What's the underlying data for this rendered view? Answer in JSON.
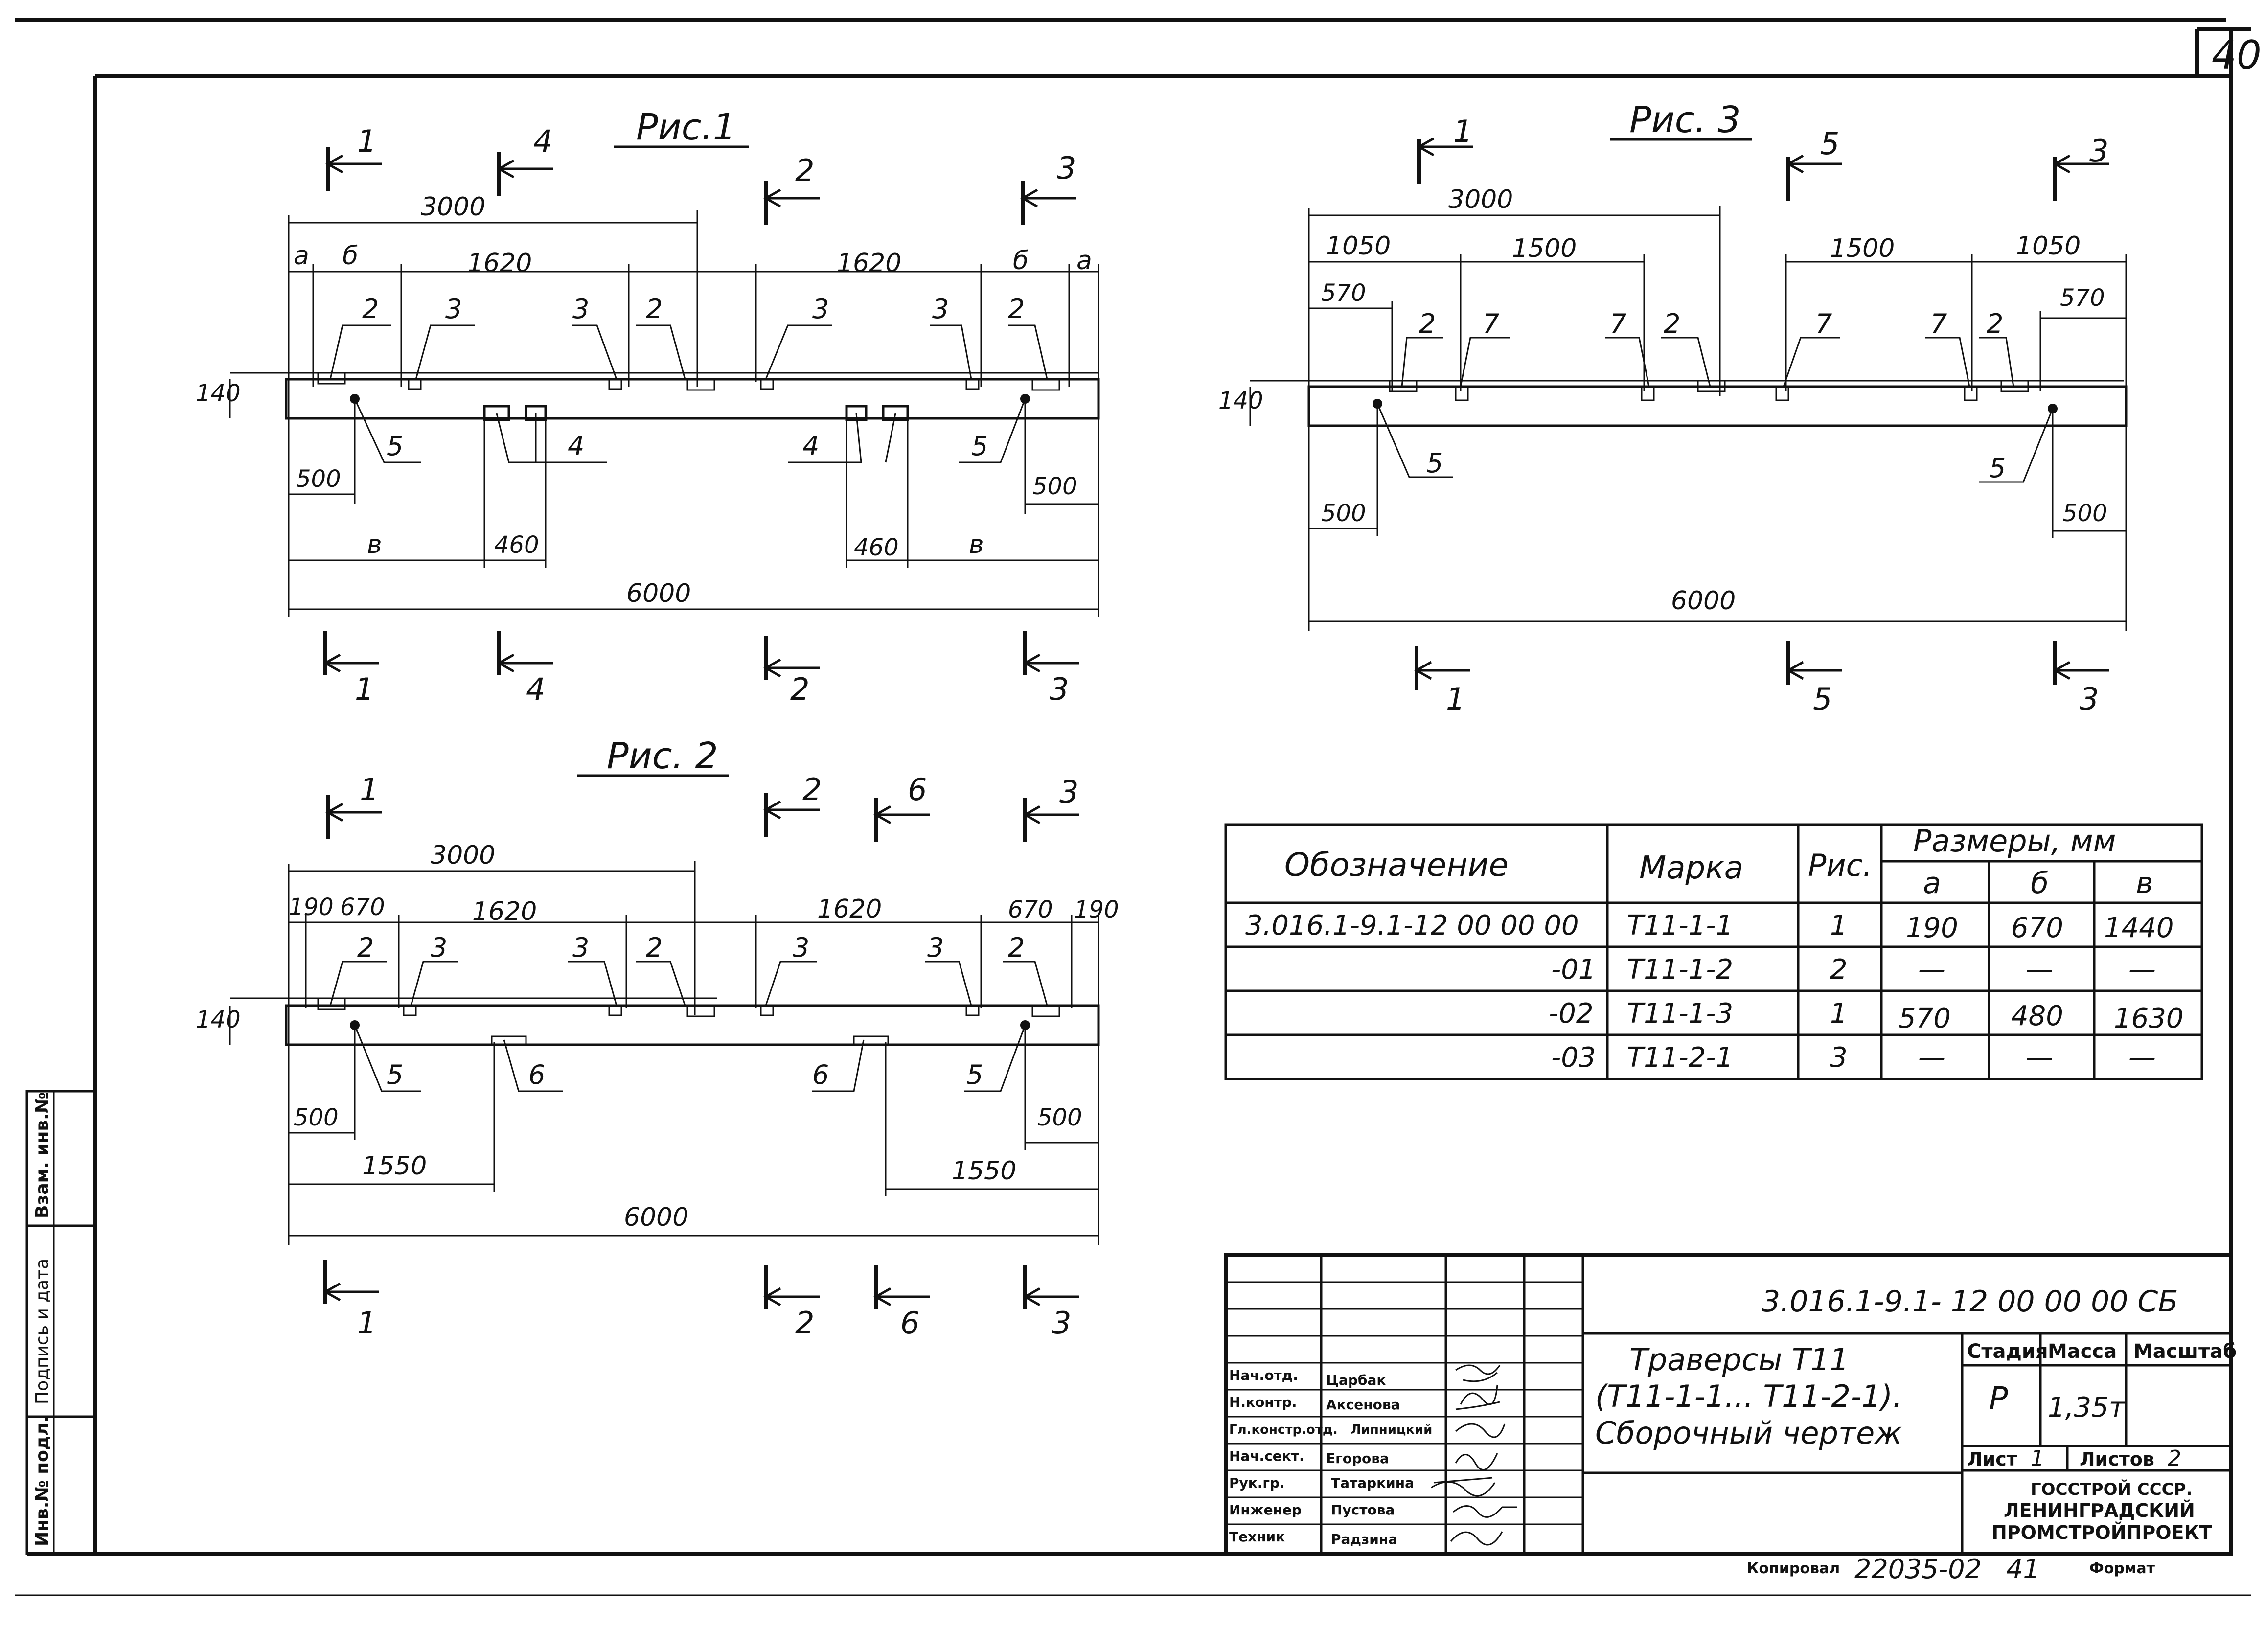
{
  "sheet_number": "40",
  "fig1": {
    "title": "Рис.1",
    "dim_total": "6000",
    "dim_half": "3000",
    "dim_1620_left": "1620",
    "dim_1620_right": "1620",
    "dim_a_left": "а",
    "dim_b_left": "б",
    "dim_b_right": "б",
    "dim_a_right": "а",
    "dim_140": "140",
    "dim_500_left": "500",
    "dim_500_right": "500",
    "dim_v_left": "в",
    "dim_v_right": "в",
    "dim_460_left": "460",
    "dim_460_right": "460",
    "callouts": [
      "2",
      "3",
      "3",
      "2",
      "3",
      "3",
      "2",
      "5",
      "4",
      "4",
      "5"
    ],
    "sections_top": [
      "1",
      "4",
      "2",
      "3"
    ],
    "sections_bottom": [
      "1",
      "4",
      "2",
      "3"
    ]
  },
  "fig2": {
    "title": "Рис. 2",
    "dim_total": "6000",
    "dim_half": "3000",
    "dim_190_left": "190",
    "dim_670_left": "670",
    "dim_1620_left": "1620",
    "dim_1620_right": "1620",
    "dim_670_right": "670",
    "dim_190_right": "190",
    "dim_140": "140",
    "dim_500_left": "500",
    "dim_500_right": "500",
    "dim_1550_left": "1550",
    "dim_1550_right": "1550",
    "callouts": [
      "2",
      "3",
      "3",
      "2",
      "3",
      "3",
      "2",
      "5",
      "6",
      "6",
      "5"
    ],
    "sections_top": [
      "1",
      "2",
      "6",
      "3"
    ],
    "sections_bottom": [
      "1",
      "2",
      "6",
      "3"
    ]
  },
  "fig3": {
    "title": "Рис. 3",
    "dim_total": "6000",
    "dim_half": "3000",
    "dim_1050_left": "1050",
    "dim_1500_left": "1500",
    "dim_1500_right": "1500",
    "dim_1050_right": "1050",
    "dim_570_left": "570",
    "dim_570_right": "570",
    "dim_140": "140",
    "dim_500_left": "500",
    "dim_500_right": "500",
    "callouts": [
      "2",
      "7",
      "7",
      "2",
      "7",
      "7",
      "2",
      "5",
      "5"
    ],
    "sections_top": [
      "1",
      "5",
      "3"
    ],
    "sections_bottom": [
      "1",
      "5",
      "3"
    ]
  },
  "spec_table": {
    "headers": {
      "designation": "Обозначение",
      "mark": "Марка",
      "fig": "Рис.",
      "sizes": "Размеры, мм",
      "a": "а",
      "b": "б",
      "v": "в"
    },
    "rows": [
      {
        "designation": "3.016.1-9.1-12 00 00 00",
        "mark": "Т11-1-1",
        "fig": "1",
        "a": "190",
        "b": "670",
        "v": "1440"
      },
      {
        "designation": "-01",
        "mark": "Т11-1-2",
        "fig": "2",
        "a": "—",
        "b": "—",
        "v": "—"
      },
      {
        "designation": "-02",
        "mark": "Т11-1-3",
        "fig": "1",
        "a": "570",
        "b": "480",
        "v": "1630"
      },
      {
        "designation": "-03",
        "mark": "Т11-2-1",
        "fig": "3",
        "a": "—",
        "b": "—",
        "v": "—"
      }
    ]
  },
  "title_block": {
    "code": "3.016.1-9.1- 12 00 00 00 СБ",
    "title_line1": "Траверсы Т11",
    "title_line2": "(Т11-1-1... Т11-2-1).",
    "title_line3": "Сборочный чертеж",
    "stage_label": "Стадия",
    "mass_label": "Масса",
    "scale_label": "Масштаб",
    "stage": "Р",
    "mass": "1,35т",
    "sheet_label": "Лист",
    "sheet_value": "1",
    "sheets_label": "Листов",
    "sheets_value": "2",
    "org_line1": "ГОССТРОЙ СССР.",
    "org_line2": "ЛЕНИНГРАДСКИЙ",
    "org_line3": "ПРОМСТРОЙПРОЕКТ",
    "staff": [
      {
        "role": "Нач.отд.",
        "name": "Царбак"
      },
      {
        "role": "Н.контр.",
        "name": "Аксенова"
      },
      {
        "role": "Гл.констр.отд.",
        "name": "Липницкий"
      },
      {
        "role": "Нач.сект.",
        "name": "Егорова"
      },
      {
        "role": "Рук.гр.",
        "name": "Татаркина"
      },
      {
        "role": "Инженер",
        "name": "Пустова"
      },
      {
        "role": "Техник",
        "name": "Радзина"
      }
    ]
  },
  "side_stamp": {
    "inv_orig": "Инв.№ подл.",
    "sign_date": "Подпись и дата",
    "vzam_inv": "Взам. инв.№"
  },
  "footer": {
    "copied": "Копировал",
    "number": "22035-02",
    "page": "41",
    "format": "Формат"
  }
}
